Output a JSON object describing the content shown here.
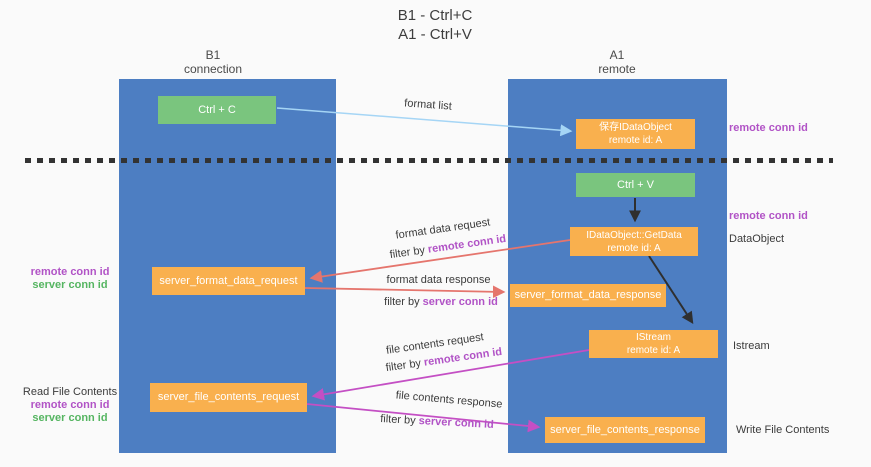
{
  "colors": {
    "column_blue": "#4d7ec2",
    "box_green": "#7ac57e",
    "box_orange": "#f9b04e",
    "purple": "#b153c6",
    "green_text": "#55b561",
    "arrow_blue": "#a5d5f5",
    "arrow_red": "#e5756d",
    "arrow_magenta": "#c44fc4",
    "arrow_black": "#2f2f2f"
  },
  "title": {
    "line1": "B1 - Ctrl+C",
    "line2": "A1 - Ctrl+V"
  },
  "columns": {
    "left": {
      "name": "B1",
      "role": "connection"
    },
    "right": {
      "name": "A1",
      "role": "remote"
    }
  },
  "nodes": {
    "ctrl_c": "Ctrl + C",
    "ctrl_v": "Ctrl + V",
    "save_idataobject": {
      "line1": "保存IDataObject",
      "line2": "remote id: A"
    },
    "getdata": {
      "line1": "IDataObject::GetData",
      "line2": "remote id: A"
    },
    "istream": {
      "line1": "IStream",
      "line2": "remote id: A"
    },
    "server_format_data_request": "server_format_data_request",
    "server_format_data_response": "server_format_data_response",
    "server_file_contents_request": "server_file_contents_request",
    "server_file_contents_response": "server_file_contents_response"
  },
  "flow_labels": {
    "format_list": "format list",
    "format_data_request": "format data request",
    "filter_remote_1": {
      "prefix": "filter by ",
      "highlight": "remote conn id"
    },
    "format_data_response": "format data response",
    "filter_server_1": {
      "prefix": "filter by ",
      "highlight": "server conn id"
    },
    "file_contents_request": "file contents request",
    "filter_remote_2": {
      "prefix": "filter by ",
      "highlight": "remote conn id"
    },
    "file_contents_response": "file contents response",
    "filter_server_2": {
      "prefix": "filter by ",
      "highlight": "server conn id"
    }
  },
  "side_labels": {
    "right": {
      "remote_conn_id_top": "remote conn id",
      "remote_conn_id_mid": "remote conn id",
      "dataobject": "DataObject",
      "istream": "Istream",
      "write_file_contents": "Write File Contents"
    },
    "left_mid": {
      "remote": "remote conn id",
      "server": "server conn id"
    },
    "left_bottom": {
      "read": "Read File Contents",
      "remote": "remote conn id",
      "server": "server conn id"
    }
  }
}
